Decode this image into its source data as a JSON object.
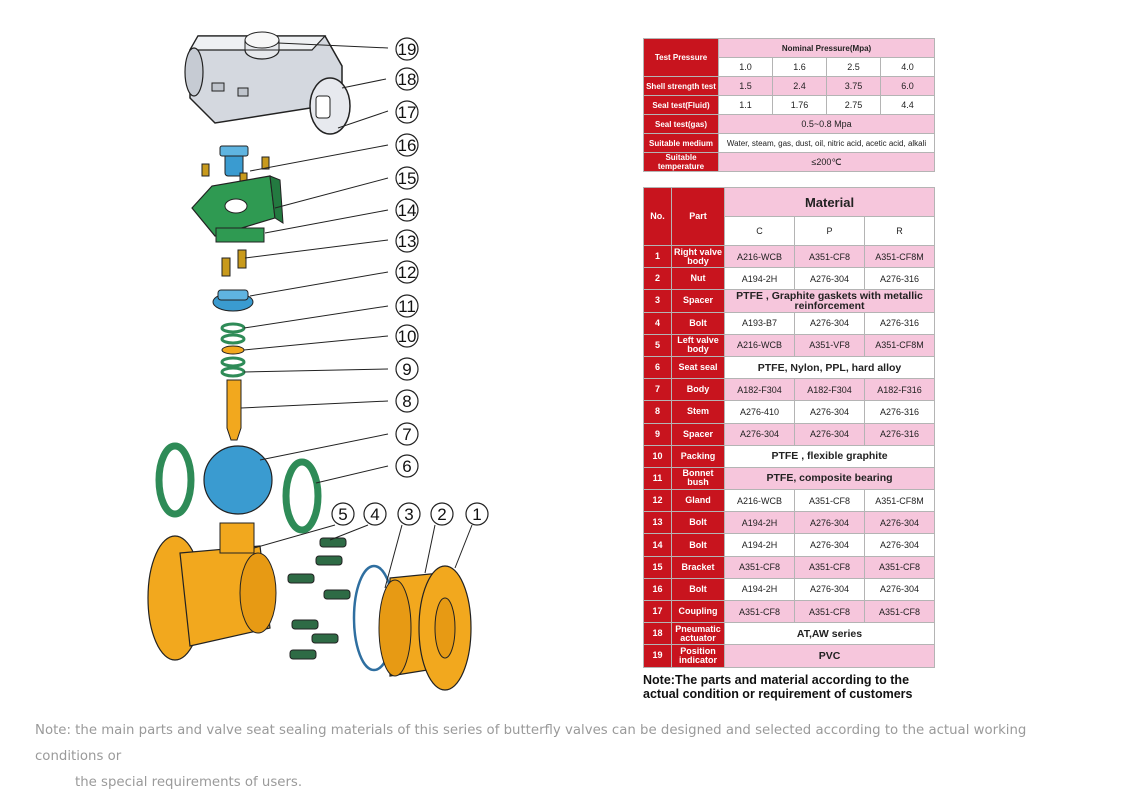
{
  "callouts": [
    "19",
    "18",
    "17",
    "16",
    "15",
    "14",
    "13",
    "12",
    "11",
    "10",
    "9",
    "8",
    "7",
    "6",
    "5",
    "4",
    "3",
    "2",
    "1"
  ],
  "colors": {
    "red_header": "#c8141e",
    "pink_cell": "#f6c6dc",
    "valve_body": "#f2a81e",
    "ball": "#3a9bd0",
    "bracket": "#2f9a52",
    "seal_ring": "#2e8b57",
    "note_gray": "#9a9a9a"
  },
  "pressure_table": {
    "test_pressure": "Test Pressure",
    "nominal_pressure": "Nominal Pressure(Mpa)",
    "nominal_values": [
      "1.0",
      "1.6",
      "2.5",
      "4.0"
    ],
    "shell_label": "Shell strength test",
    "shell_values": [
      "1.5",
      "2.4",
      "3.75",
      "6.0"
    ],
    "seal_fluid_label": "Seal test(Fluid)",
    "seal_fluid_values": [
      "1.1",
      "1.76",
      "2.75",
      "4.4"
    ],
    "seal_gas_label": "Seal test(gas)",
    "seal_gas_value": "0.5~0.8 Mpa",
    "medium_label": "Suitable medium",
    "medium_value": "Water, steam, gas, dust, oil, nitric acid, acetic acid, alkali",
    "temp_label": "Suitable temperature",
    "temp_value": "≤200℃"
  },
  "material_table": {
    "no_header": "No.",
    "part_header": "Part",
    "material_header": "Material",
    "grades": [
      "C",
      "P",
      "R"
    ],
    "rows": [
      {
        "no": "1",
        "part": "Right valve body",
        "c": "A216-WCB",
        "p": "A351-CF8",
        "r": "A351-CF8M"
      },
      {
        "no": "2",
        "part": "Nut",
        "c": "A194-2H",
        "p": "A276-304",
        "r": "A276-316"
      },
      {
        "no": "3",
        "part": "Spacer",
        "merged": "PTFE , Graphite gaskets with metallic reinforcement"
      },
      {
        "no": "4",
        "part": "Bolt",
        "c": "A193-B7",
        "p": "A276-304",
        "r": "A276-316"
      },
      {
        "no": "5",
        "part": "Left valve body",
        "c": "A216-WCB",
        "p": "A351-VF8",
        "r": "A351-CF8M"
      },
      {
        "no": "6",
        "part": "Seat seal",
        "merged": "PTFE, Nylon, PPL, hard alloy"
      },
      {
        "no": "7",
        "part": "Body",
        "c": "A182-F304",
        "p": "A182-F304",
        "r": "A182-F316"
      },
      {
        "no": "8",
        "part": "Stem",
        "c": "A276-410",
        "p": "A276-304",
        "r": "A276-316"
      },
      {
        "no": "9",
        "part": "Spacer",
        "c": "A276-304",
        "p": "A276-304",
        "r": "A276-316"
      },
      {
        "no": "10",
        "part": "Packing",
        "merged": "PTFE , flexible graphite"
      },
      {
        "no": "11",
        "part": "Bonnet bush",
        "merged": "PTFE, composite bearing"
      },
      {
        "no": "12",
        "part": "Gland",
        "c": "A216-WCB",
        "p": "A351-CF8",
        "r": "A351-CF8M"
      },
      {
        "no": "13",
        "part": "Bolt",
        "c": "A194-2H",
        "p": "A276-304",
        "r": "A276-304"
      },
      {
        "no": "14",
        "part": "Bolt",
        "c": "A194-2H",
        "p": "A276-304",
        "r": "A276-304"
      },
      {
        "no": "15",
        "part": "Bracket",
        "c": "A351-CF8",
        "p": "A351-CF8",
        "r": "A351-CF8"
      },
      {
        "no": "16",
        "part": "Bolt",
        "c": "A194-2H",
        "p": "A276-304",
        "r": "A276-304"
      },
      {
        "no": "17",
        "part": "Coupling",
        "c": "A351-CF8",
        "p": "A351-CF8",
        "r": "A351-CF8"
      },
      {
        "no": "18",
        "part": "Pneumatic actuator",
        "merged": "AT,AW series"
      },
      {
        "no": "19",
        "part": "Position indicator",
        "merged": "PVC"
      }
    ]
  },
  "note_right": "Note:The parts and material according to the actual condition or requirement of customers",
  "note_bottom": {
    "line1": "Note: the main parts and valve seat sealing materials of this series of butterfly valves can be designed and selected according to the actual working conditions or",
    "line2": "the special requirements of users."
  }
}
